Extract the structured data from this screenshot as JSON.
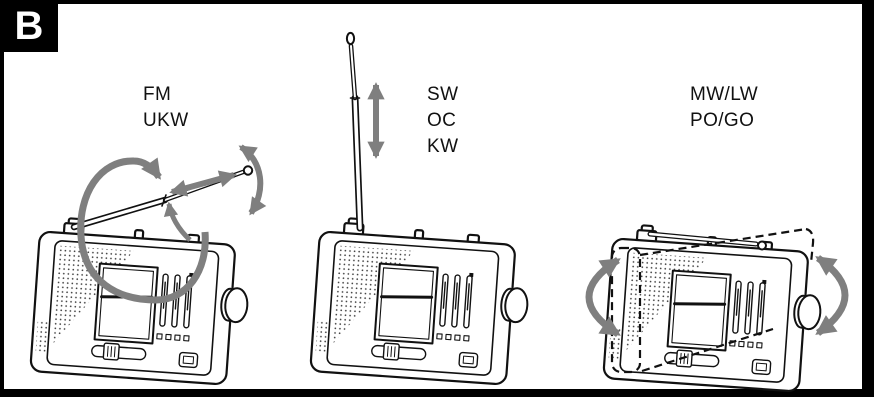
{
  "figure": {
    "badge_label": "B",
    "colors": {
      "frame": "#000000",
      "background": "#ffffff",
      "line": "#111111",
      "arrow": "#7f7f7f"
    },
    "panels": [
      {
        "id": "fm",
        "lines": [
          "FM",
          "UKW"
        ],
        "icons": [
          "rotate-antenna-loop-arrow",
          "slide-antenna-double-arrow",
          "raise-antenna-arrow",
          "tilt-antenna-double-arrow"
        ]
      },
      {
        "id": "sw",
        "lines": [
          "SW",
          "OC",
          "KW"
        ],
        "icons": [
          "extend-antenna-vertical-double-arrow"
        ]
      },
      {
        "id": "mwlw",
        "lines": [
          "MW/LW",
          "PO/GO"
        ],
        "icons": [
          "rotate-radio-left-double-arrow",
          "rotate-radio-right-double-arrow",
          "rotated-radio-dashed-outline"
        ]
      }
    ]
  }
}
